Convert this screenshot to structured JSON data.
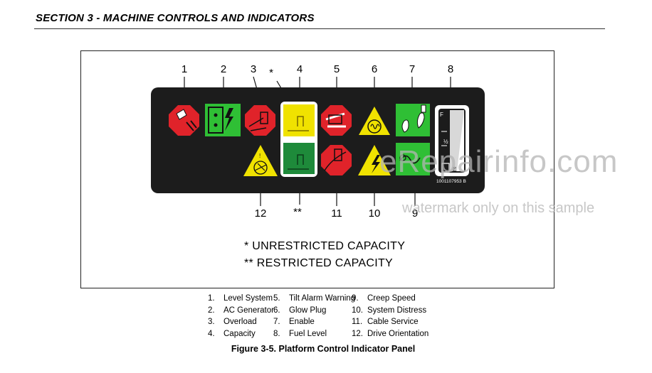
{
  "header": {
    "title": "SECTION 3 - MACHINE CONTROLS AND INDICATORS"
  },
  "callouts_top": [
    "1",
    "2",
    "3",
    "4",
    "5",
    "6",
    "7",
    "8"
  ],
  "callouts_bottom": [
    "12",
    "**",
    "11",
    "10",
    "9"
  ],
  "star": "*",
  "fuel_gauge": {
    "full": "F",
    "half": "½",
    "empty": "E",
    "part_no": "1001107953 B"
  },
  "notes": {
    "unrestricted": "* UNRESTRICTED CAPACITY",
    "restricted": "** RESTRICTED CAPACITY"
  },
  "legend": [
    {
      "num": "1.",
      "label": "Level System"
    },
    {
      "num": "2.",
      "label": "AC Generator"
    },
    {
      "num": "3.",
      "label": "Overload"
    },
    {
      "num": "4.",
      "label": "Capacity"
    },
    {
      "num": "5.",
      "label": "Tilt Alarm Warning"
    },
    {
      "num": "6.",
      "label": "Glow Plug"
    },
    {
      "num": "7.",
      "label": "Enable"
    },
    {
      "num": "8.",
      "label": "Fuel Level"
    },
    {
      "num": "9.",
      "label": "Creep Speed"
    },
    {
      "num": "10.",
      "label": "System Distress"
    },
    {
      "num": "11.",
      "label": "Cable Service"
    },
    {
      "num": "12.",
      "label": "Drive Orientation"
    }
  ],
  "caption": "Figure 3-5. Platform Control Indicator Panel",
  "watermark": {
    "site": "eRepairinfo.com",
    "note": "watermark only on this sample"
  },
  "colors": {
    "panel": "#1c1c1c",
    "red": "#e0232a",
    "green": "#2fbf35",
    "yellow": "#f0e200",
    "dark_green": "#1e8a3a"
  }
}
